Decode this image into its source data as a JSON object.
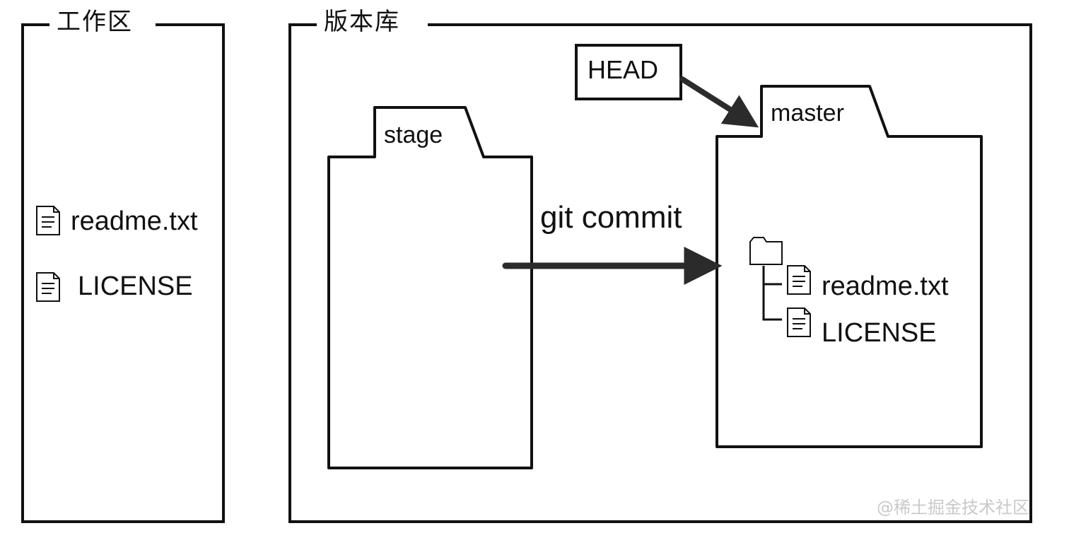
{
  "workspace": {
    "title": "工作区",
    "files": [
      {
        "name": "readme.txt",
        "icon": "document-icon"
      },
      {
        "name": "LICENSE",
        "icon": "document-icon"
      }
    ]
  },
  "repository": {
    "title": "版本库",
    "stage": {
      "label": "stage"
    },
    "head": {
      "label": "HEAD"
    },
    "master": {
      "label": "master",
      "folder_icon": "folder-icon",
      "files": [
        {
          "name": "readme.txt",
          "icon": "document-icon"
        },
        {
          "name": "LICENSE",
          "icon": "document-icon"
        }
      ]
    },
    "commit_arrow": {
      "label": "git commit"
    }
  },
  "watermark": "@稀土掘金技术社区",
  "colors": {
    "stroke": "#111111",
    "arrow": "#2b2b2b",
    "background": "#ffffff",
    "watermark": "#c9c9c9"
  }
}
